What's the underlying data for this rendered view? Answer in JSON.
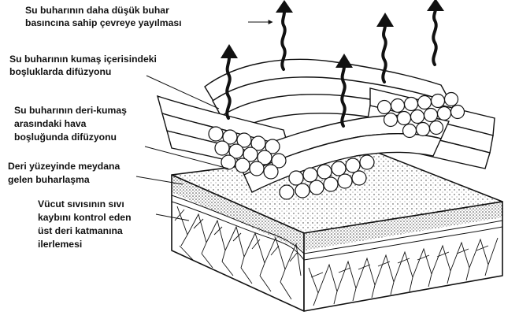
{
  "labels": {
    "vapor_dispersal": [
      "Su buharının daha düşük buhar",
      "basıncına sahip çevreye yayılması"
    ],
    "diffusion_in_fabric": [
      "Su buharının kumaş içerisindeki",
      "boşluklarda difüzyonu"
    ],
    "diffusion_in_air_gap": [
      "Su buharının deri-kumaş",
      "arasındaki hava",
      "boşluğunda difüzyonu"
    ],
    "skin_evaporation": [
      "Deri yüzeyinde meydana",
      "gelen buharlaşma"
    ],
    "fluid_to_outer_skin": [
      "Vücut sıvısının sıvı",
      "kaybını kontrol eden",
      "üst deri katmanına",
      "ilerlemesi"
    ]
  },
  "colors": {
    "ink": "#111111",
    "paper": "#ffffff",
    "stipple": "#2a2a2a"
  },
  "icons": [
    "wavy-vapor-arrow-icon"
  ]
}
